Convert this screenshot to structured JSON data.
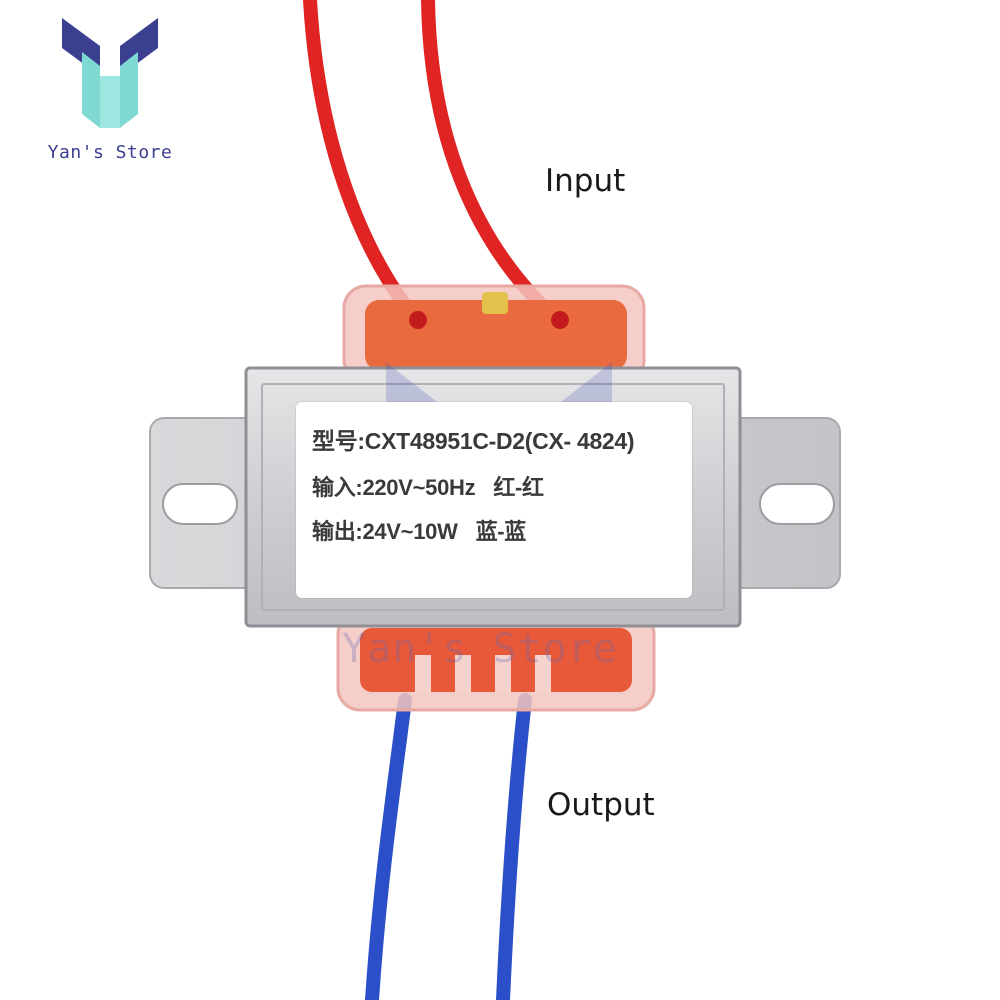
{
  "brand": {
    "logo_icon": "store-logo-icon",
    "store_name": "Yan's Store",
    "colors": {
      "logo_blue": "#3b3f8f",
      "logo_cyan": "#6fd6d0"
    }
  },
  "labels": {
    "input": "Input",
    "output": "Output"
  },
  "nameplate": {
    "model_label": "型号:",
    "model_value": "CXT48951C-D2(CX- 4824)",
    "input_label": "输入:",
    "input_value": "220V~50Hz",
    "input_wires": "红-红",
    "output_label": "输出:",
    "output_value": "24V~10W",
    "output_wires": "蓝-蓝"
  },
  "watermark": {
    "text": "Yan's Store"
  },
  "colors": {
    "input_wire": "#e02323",
    "output_wire": "#2a4fc8",
    "steel": "#c9c9cd",
    "bobbin": "#f3b9b3",
    "copper": "#e4572e"
  }
}
